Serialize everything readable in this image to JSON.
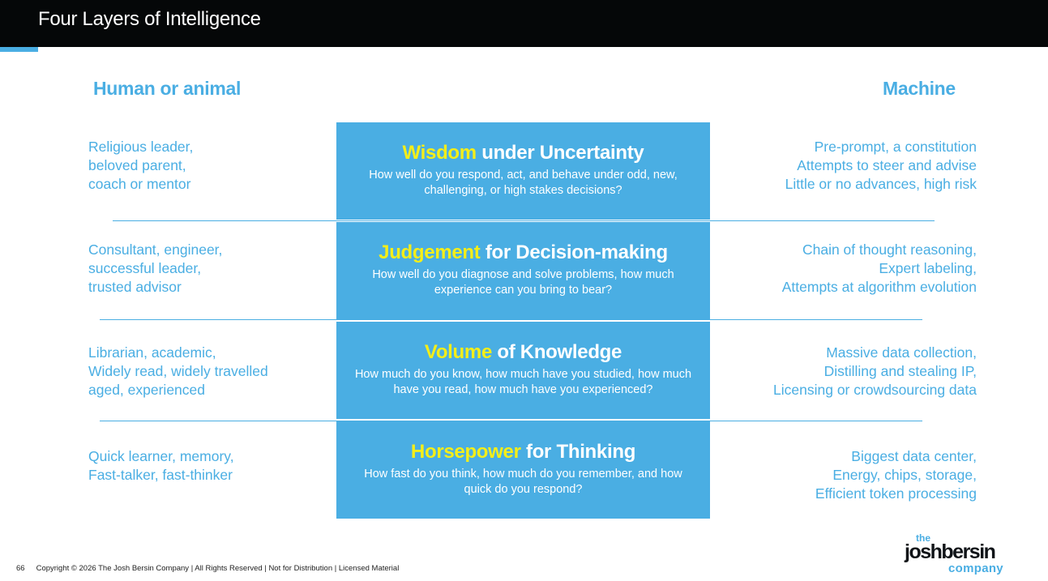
{
  "header": {
    "title": "Four Layers of Intelligence"
  },
  "columns": {
    "left_heading": "Human or animal",
    "right_heading": "Machine"
  },
  "layers": [
    {
      "keyword": "Wisdom",
      "rest": " under Uncertainty",
      "description": "How well do you respond, act, and behave under odd, new, challenging, or high stakes decisions?",
      "human": "Religious leader,\nbeloved parent,\ncoach or mentor",
      "machine": "Pre-prompt, a constitution\nAttempts to steer and advise\nLittle or no advances, high risk"
    },
    {
      "keyword": "Judgement",
      "rest": " for Decision-making",
      "description": "How well do you diagnose and solve problems, how much experience can you bring to bear?",
      "human": "Consultant, engineer,\nsuccessful leader,\ntrusted advisor",
      "machine": "Chain of thought reasoning,\nExpert labeling,\nAttempts at algorithm evolution"
    },
    {
      "keyword": "Volume",
      "rest": " of Knowledge",
      "description": "How much do you know, how much have you studied, how much have you read, how much have you experienced?",
      "human": "Librarian, academic,\nWidely read, widely travelled\naged, experienced",
      "machine": "Massive data collection,\nDistilling and stealing IP,\nLicensing or crowdsourcing data"
    },
    {
      "keyword": "Horsepower",
      "rest": " for Thinking",
      "description": "How fast do you think, how much do you remember, and how quick do you respond?",
      "human": "Quick learner, memory,\nFast-talker, fast-thinker",
      "machine": "Biggest data center,\nEnergy, chips, storage,\nEfficient token processing"
    }
  ],
  "footer": {
    "page_number": "66",
    "copyright": "Copyright © 2026 The Josh Bersin Company | All Rights Reserved | Not for Distribution  | Licensed Material"
  },
  "logo": {
    "line1": "the",
    "line2": "joshbersin",
    "line3": "company"
  },
  "colors": {
    "accent": "#4aaee3",
    "highlight": "#f4ee19",
    "header_bg": "#050708"
  }
}
